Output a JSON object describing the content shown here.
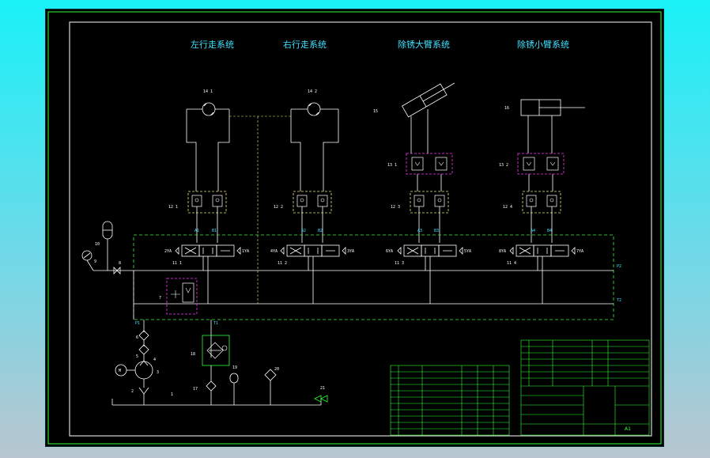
{
  "titles": {
    "left_travel": "左行走系统",
    "right_travel": "右行走系统",
    "big_arm": "除锈大臂系统",
    "small_arm": "除锈小臂系统"
  },
  "labels": {
    "m141": "14 1",
    "m142": "14 2",
    "c15": "15",
    "c16": "16",
    "p131": "13 1",
    "p132": "13 2",
    "v121": "12 1",
    "v122": "12 2",
    "v123": "12 3",
    "v124": "12 4",
    "pA1": "A1",
    "pB1": "B1",
    "pA2": "A2",
    "pB2": "B2",
    "pA3": "A3",
    "pB3": "B3",
    "pA4": "A4",
    "pB4": "B4",
    "d111": "11 1",
    "d112": "11 2",
    "d113": "11 3",
    "d114": "11 4",
    "P2": "P2",
    "T2": "T2",
    "P1": "P1",
    "T1": "T1",
    "n10": "10",
    "n9": "9",
    "n8": "8",
    "n7": "7",
    "n6": "6",
    "n5": "5",
    "n4": "4",
    "n3": "3",
    "n2": "2",
    "n1": "1",
    "n17": "17",
    "n18": "18",
    "n19": "19",
    "n20": "20",
    "n21": "21",
    "M": "M",
    "sheet_size": "A1"
  },
  "colors": {
    "line": "#ffffff",
    "manifold": "#33ff33",
    "cyan": "#3fe0ff",
    "magenta": "#ff33ff",
    "yellow": "#e8e870"
  }
}
